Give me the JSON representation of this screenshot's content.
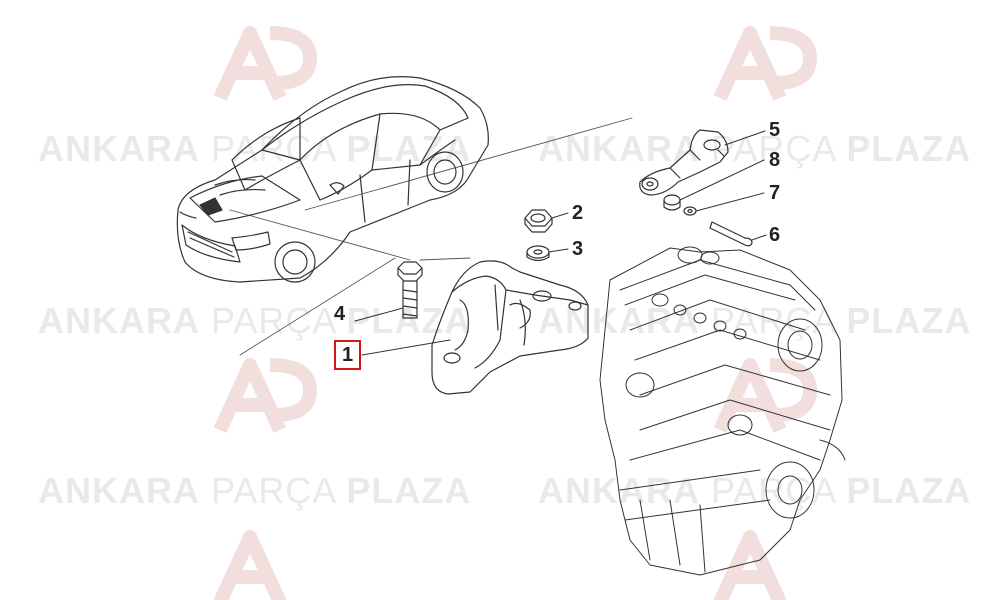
{
  "watermark": {
    "brand_bold": "ANKARA",
    "brand_light": "PARÇA",
    "brand_bold_2": "PLAZA"
  },
  "callouts": [
    {
      "label": "1",
      "highlighted": true
    },
    {
      "label": "2",
      "highlighted": false
    },
    {
      "label": "3",
      "highlighted": false
    },
    {
      "label": "4",
      "highlighted": false
    },
    {
      "label": "5",
      "highlighted": false
    },
    {
      "label": "6",
      "highlighted": false
    },
    {
      "label": "7",
      "highlighted": false
    },
    {
      "label": "8",
      "highlighted": false
    }
  ],
  "colors": {
    "highlight_box": "#d01818",
    "watermark_logo": "#f3dede",
    "watermark_text": "#e9e9e9",
    "line_art": "#333333"
  }
}
